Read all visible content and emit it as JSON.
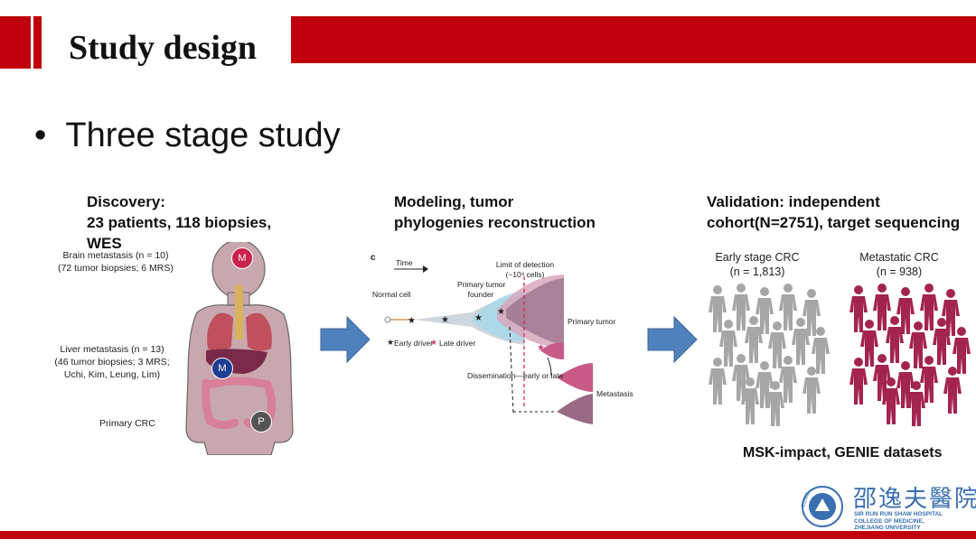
{
  "slide": {
    "title": "Study design",
    "bullet": "Three stage study"
  },
  "discovery": {
    "heading": "Discovery:\n23 patients, 118 biopsies,\nWES",
    "brain_label": "Brain metastasis (n = 10)",
    "brain_sub": "(72 tumor biopsies; 6 MRS)",
    "liver_label": "Liver metastasis (n = 13)",
    "liver_sub1": "(46 tumor biopsies; 3 MRS;",
    "liver_sub2": "Uchi, Kim, Leung, Lim)",
    "primary_label": "Primary CRC",
    "badge_m": "M",
    "badge_p": "P"
  },
  "modeling": {
    "heading": "Modeling, tumor\nphylogenies reconstruction",
    "panel_letter": "c",
    "time": "Time",
    "limit": "Limit of detection",
    "limit_sub": "(~10⁸ cells)",
    "founder1": "Primary tumor",
    "founder2": "founder",
    "normal": "Normal cell",
    "primary_tumor": "Primary tumor",
    "early_driver": "Early driver",
    "late_driver": "Late driver",
    "dissemination": "Dissemination—early or late",
    "metastasis": "Metastasis"
  },
  "validation": {
    "heading": "Validation: independent\ncohort(N=2751), target sequencing",
    "early_label": "Early stage CRC",
    "early_n": "(n = 1,813)",
    "meta_label": "Metastatic CRC",
    "meta_n": "(n = 938)",
    "datasets": "MSK-impact, GENIE datasets"
  },
  "logo": {
    "chinese": "邵逸夫醫院",
    "line1": "SIR RUN RUN SHAW HOSPITAL",
    "line2": "COLLEGE OF MEDICINE,",
    "line3": "ZHEJIANG UNIVERSITY",
    "seal": "ZUMS"
  },
  "colors": {
    "accent_red": "#c0000c",
    "arrow_blue": "#4f81bd",
    "figure_gray": "#a6a6a6",
    "figure_crimson": "#a3244f"
  }
}
